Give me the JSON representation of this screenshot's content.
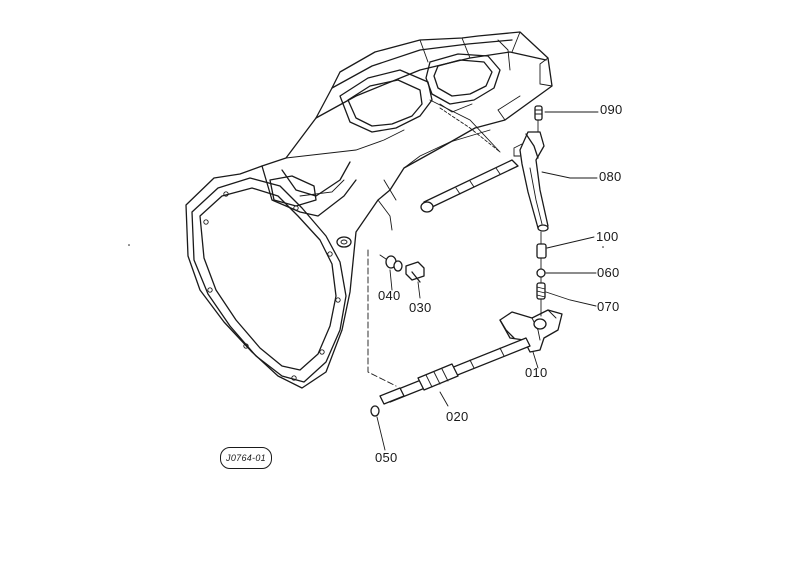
{
  "diagram": {
    "callouts": {
      "p090": "090",
      "p080": "080",
      "p100": "100",
      "p060": "060",
      "p070": "070",
      "p040": "040",
      "p030": "030",
      "p010": "010",
      "p020": "020",
      "p050": "050"
    },
    "reference_code": "J0764-01"
  }
}
